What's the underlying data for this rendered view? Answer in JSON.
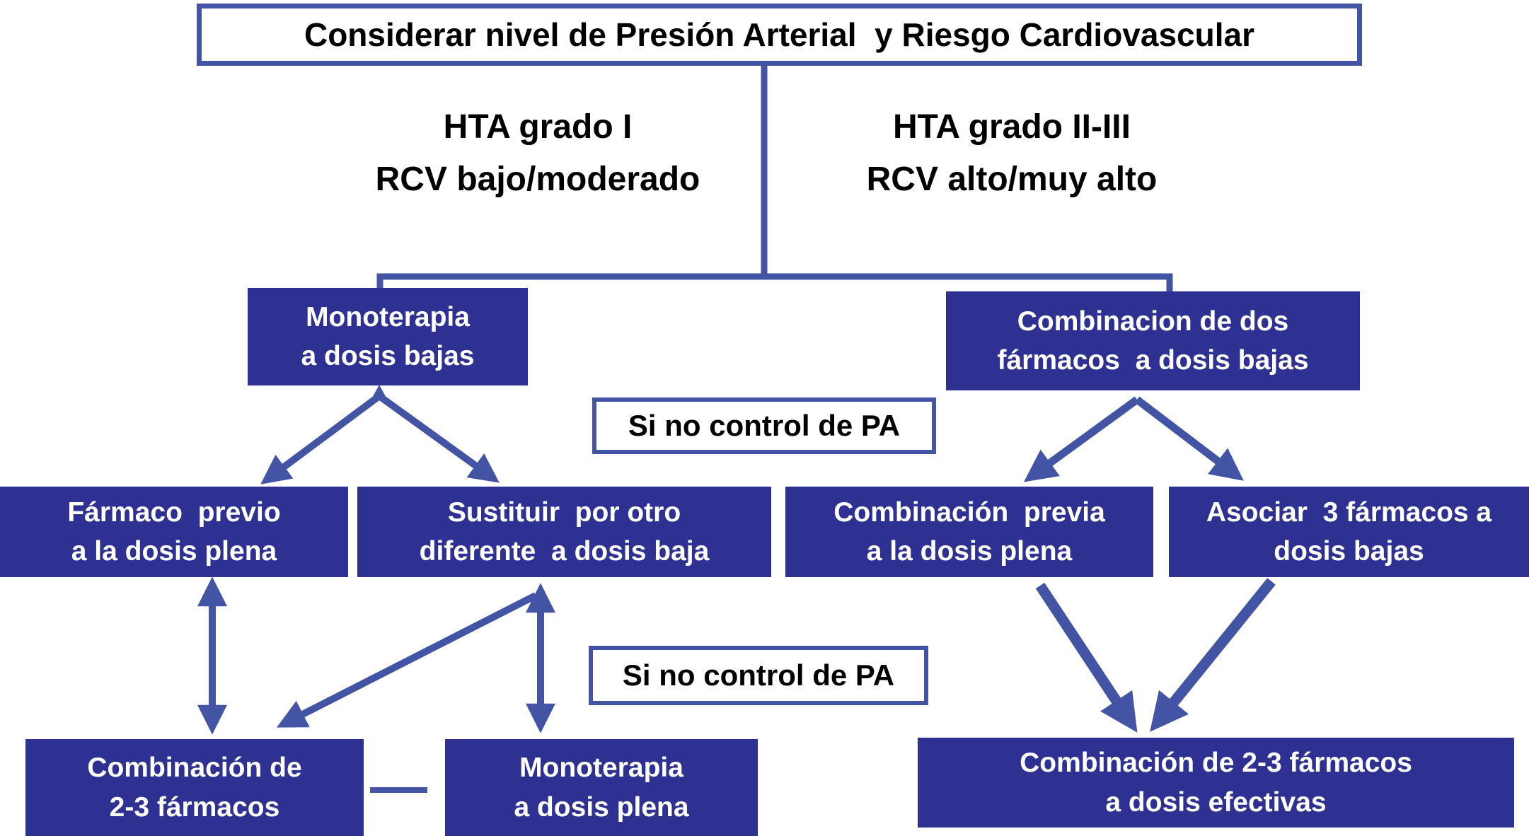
{
  "colors": {
    "node_fill": "#2E3192",
    "line": "#4454A4",
    "text_white": "#ffffff",
    "text_black": "#000000",
    "bg": "#ffffff"
  },
  "title": {
    "label": "Considerar nivel de Presión Arterial  y Riesgo Cardiovascular"
  },
  "branch_labels": {
    "left": "HTA grado I\nRCV bajo/moderado",
    "right": "HTA grado II-III\nRCV alto/muy alto"
  },
  "gates": {
    "first": "Si no control de PA",
    "second": "Si no control de PA"
  },
  "nodes": {
    "monoterapia_dosis_bajas": "Monoterapia\na dosis bajas",
    "combinacion_dos_farmacos": "Combinacion de dos\nfármacos  a dosis bajas",
    "farmaco_previo": "Fármaco  previo\na la dosis plena",
    "sustituir_otro": "Sustituir  por otro\ndiferente  a dosis baja",
    "combinacion_previa": "Combinación  previa\na la dosis plena",
    "asociar_tres": "Asociar  3 fármacos a\ndosis bajas",
    "combinacion_2_3": "Combinación de\n2-3 fármacos",
    "monoterapia_dosis_plena": "Monoterapia\na dosis plena",
    "combinacion_efectivas": "Combinación de 2-3 fármacos\na dosis efectivas"
  }
}
